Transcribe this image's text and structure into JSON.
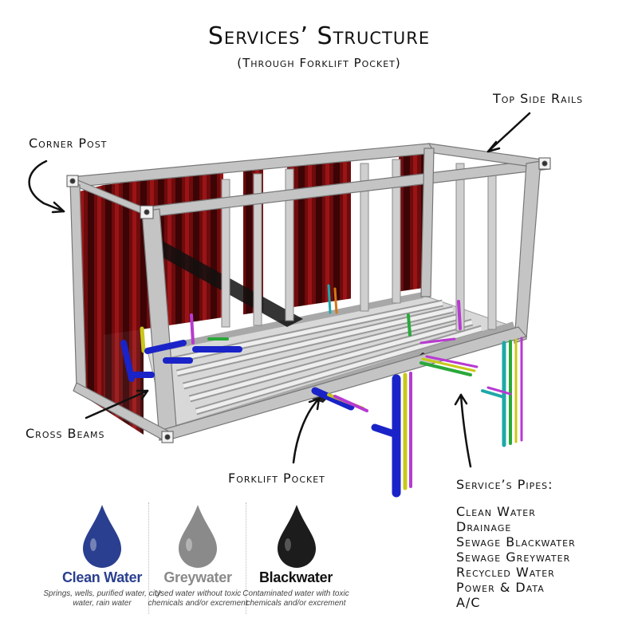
{
  "title": "Services’ Structure",
  "subtitle": "(Through Forklift Pocket)",
  "labels": {
    "top_side_rails": "Top Side Rails",
    "corner_post": "Corner Post",
    "cross_beams": "Cross Beams",
    "forklift_pocket": "Forklift Pocket",
    "services_pipes": "Service’s Pipes:"
  },
  "pipes": [
    "Clean Water",
    "Drainage",
    "Sewage Blackwater",
    "Sewage Greywater",
    "Recycled Water",
    "Power & Data",
    "A/C"
  ],
  "legend": [
    {
      "name": "Clean Water",
      "description": "Springs, wells, purified water, city water, rain water",
      "color": "#2a3f8f"
    },
    {
      "name": "Greywater",
      "description": "Used water without toxic chemicals and/or excrement",
      "color": "#8a8a8a"
    },
    {
      "name": "Blackwater",
      "description": "Contaminated water with toxic chemicals and/or excrement",
      "color": "#111111"
    }
  ],
  "colors": {
    "frame": "#b8b8b8",
    "wall": "#7a0e10",
    "clean_water_pipe": "#1a23c8",
    "drainage_pipe": "#c8c81a",
    "blackwater_pipe": "#b83ad0",
    "greywater_pipe": "#2aa83a",
    "ac_pipe": "#1fa8a8"
  }
}
